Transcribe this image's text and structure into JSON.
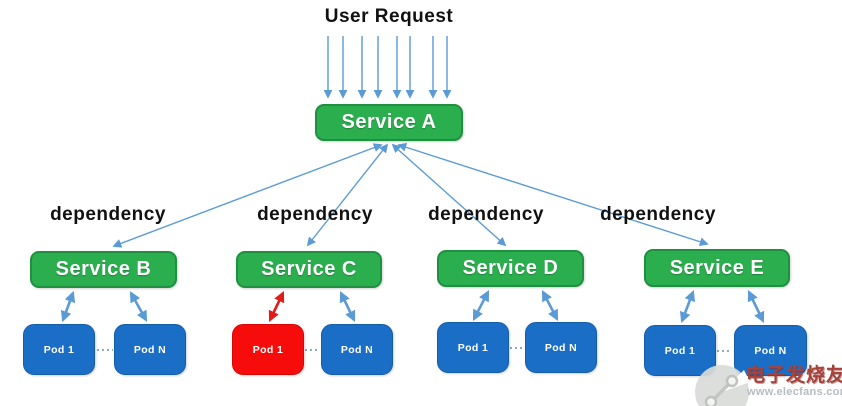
{
  "title": "User Request",
  "dependency_labels": [
    "dependency",
    "dependency",
    "dependency",
    "dependency"
  ],
  "root": {
    "label": "Service A"
  },
  "groups": [
    {
      "service": {
        "label": "Service B"
      },
      "pods": [
        {
          "label": "Pod 1",
          "status": "normal"
        },
        {
          "label": "Pod N",
          "status": "normal"
        }
      ]
    },
    {
      "service": {
        "label": "Service C"
      },
      "pods": [
        {
          "label": "Pod 1",
          "status": "failed"
        },
        {
          "label": "Pod N",
          "status": "normal"
        }
      ]
    },
    {
      "service": {
        "label": "Service D"
      },
      "pods": [
        {
          "label": "Pod 1",
          "status": "normal"
        },
        {
          "label": "Pod N",
          "status": "normal"
        }
      ]
    },
    {
      "service": {
        "label": "Service E"
      },
      "pods": [
        {
          "label": "Pod 1",
          "status": "normal"
        },
        {
          "label": "Pod N",
          "status": "normal"
        }
      ]
    }
  ],
  "watermark": {
    "brand": "电子发烧友",
    "url": "www.elecfans.com"
  },
  "colors": {
    "service_fill": "#2bae4e",
    "pod_fill": "#1b6ec5",
    "pod_failed_fill": "#f70c0c",
    "arrow_blue": "#5b9bd5",
    "arrow_red": "#e21b1b",
    "text": "#111111"
  }
}
